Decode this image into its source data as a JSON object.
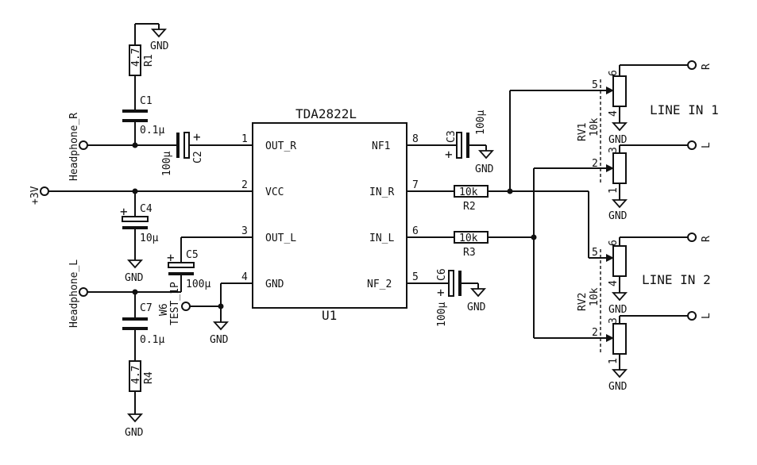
{
  "ic": {
    "part": "TDA2822L",
    "ref": "U1",
    "left_pins": [
      {
        "num": "1",
        "name": "OUT_R"
      },
      {
        "num": "2",
        "name": "VCC"
      },
      {
        "num": "3",
        "name": "OUT_L"
      },
      {
        "num": "4",
        "name": "GND"
      }
    ],
    "right_pins": [
      {
        "num": "8",
        "name": "NF1"
      },
      {
        "num": "7",
        "name": "IN_R"
      },
      {
        "num": "6",
        "name": "IN_L"
      },
      {
        "num": "5",
        "name": "NF_2"
      }
    ]
  },
  "components": {
    "R1": {
      "ref": "R1",
      "value": "4.7"
    },
    "R4": {
      "ref": "R4",
      "value": "4.7"
    },
    "C1": {
      "ref": "C1",
      "value": "0.1µ"
    },
    "C7": {
      "ref": "C7",
      "value": "0.1µ"
    },
    "C2": {
      "ref": "C2",
      "value": "100µ"
    },
    "C3": {
      "ref": "C3",
      "value": "100µ"
    },
    "C4": {
      "ref": "C4",
      "value": "10µ"
    },
    "C5": {
      "ref": "C5",
      "value": "100µ"
    },
    "C6": {
      "ref": "C6",
      "value": "100µ"
    },
    "R2": {
      "ref": "R2",
      "value": "10k"
    },
    "R3": {
      "ref": "R3",
      "value": "10k"
    },
    "RV1": {
      "ref": "RV1",
      "value": "10k"
    },
    "RV2": {
      "ref": "RV2",
      "value": "10k"
    },
    "W6": {
      "ref": "W6",
      "value": "TEST_1P"
    }
  },
  "nets": {
    "gnd": "GND",
    "plus": "+",
    "supply": "+3V",
    "headphone_r": "Headphone_R",
    "headphone_l": "Headphone_L",
    "right": "R",
    "left": "L"
  },
  "pot_pins": {
    "rv1": {
      "top": "6",
      "wiper_top": "5",
      "mid_low": "4",
      "mid_high": "3",
      "wiper_bottom": "2",
      "bottom": "1"
    },
    "rv2": {
      "top": "6",
      "wiper_top": "5",
      "mid_low": "4",
      "mid_high": "3",
      "wiper_bottom": "2",
      "bottom": "1"
    }
  },
  "labels": {
    "line_in_1": "LINE IN 1",
    "line_in_2": "LINE IN 2"
  }
}
